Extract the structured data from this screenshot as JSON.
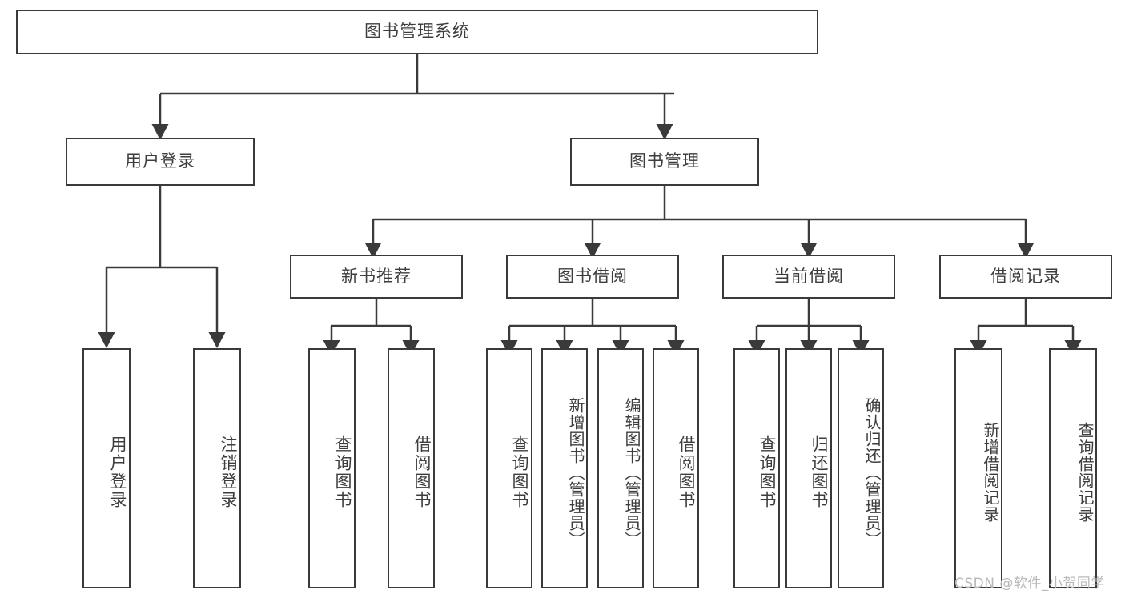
{
  "diagram": {
    "title": "图书管理系统",
    "type": "tree-hierarchy-diagram",
    "root": {
      "label": "图书管理系统"
    },
    "level1": [
      {
        "label": "用户登录"
      },
      {
        "label": "图书管理"
      }
    ],
    "level2": [
      {
        "label": "新书推荐"
      },
      {
        "label": "图书借阅"
      },
      {
        "label": "当前借阅"
      },
      {
        "label": "借阅记录"
      }
    ],
    "leaves": {
      "user_login": [
        {
          "label": "用户登录"
        },
        {
          "label": "注销登录"
        }
      ],
      "new_book_recommend": [
        {
          "label": "查询图书"
        },
        {
          "label": "借阅图书"
        }
      ],
      "book_borrow": [
        {
          "label": "查询图书"
        },
        {
          "label": "新增图书（管理员）"
        },
        {
          "label": "编辑图书（管理员）"
        },
        {
          "label": "借阅图书"
        }
      ],
      "current_borrow": [
        {
          "label": "查询图书"
        },
        {
          "label": "归还图书"
        },
        {
          "label": "确认归还（管理员）"
        }
      ],
      "borrow_record": [
        {
          "label": "新增借阅记录"
        },
        {
          "label": "查询借阅记录"
        }
      ]
    }
  },
  "watermark": {
    "text": "CSDN @软件_小贺同学"
  },
  "colors": {
    "stroke": "#3a3a3a",
    "text": "#3d3d3d",
    "background": "#ffffff",
    "watermark": "#b9b9b9"
  }
}
